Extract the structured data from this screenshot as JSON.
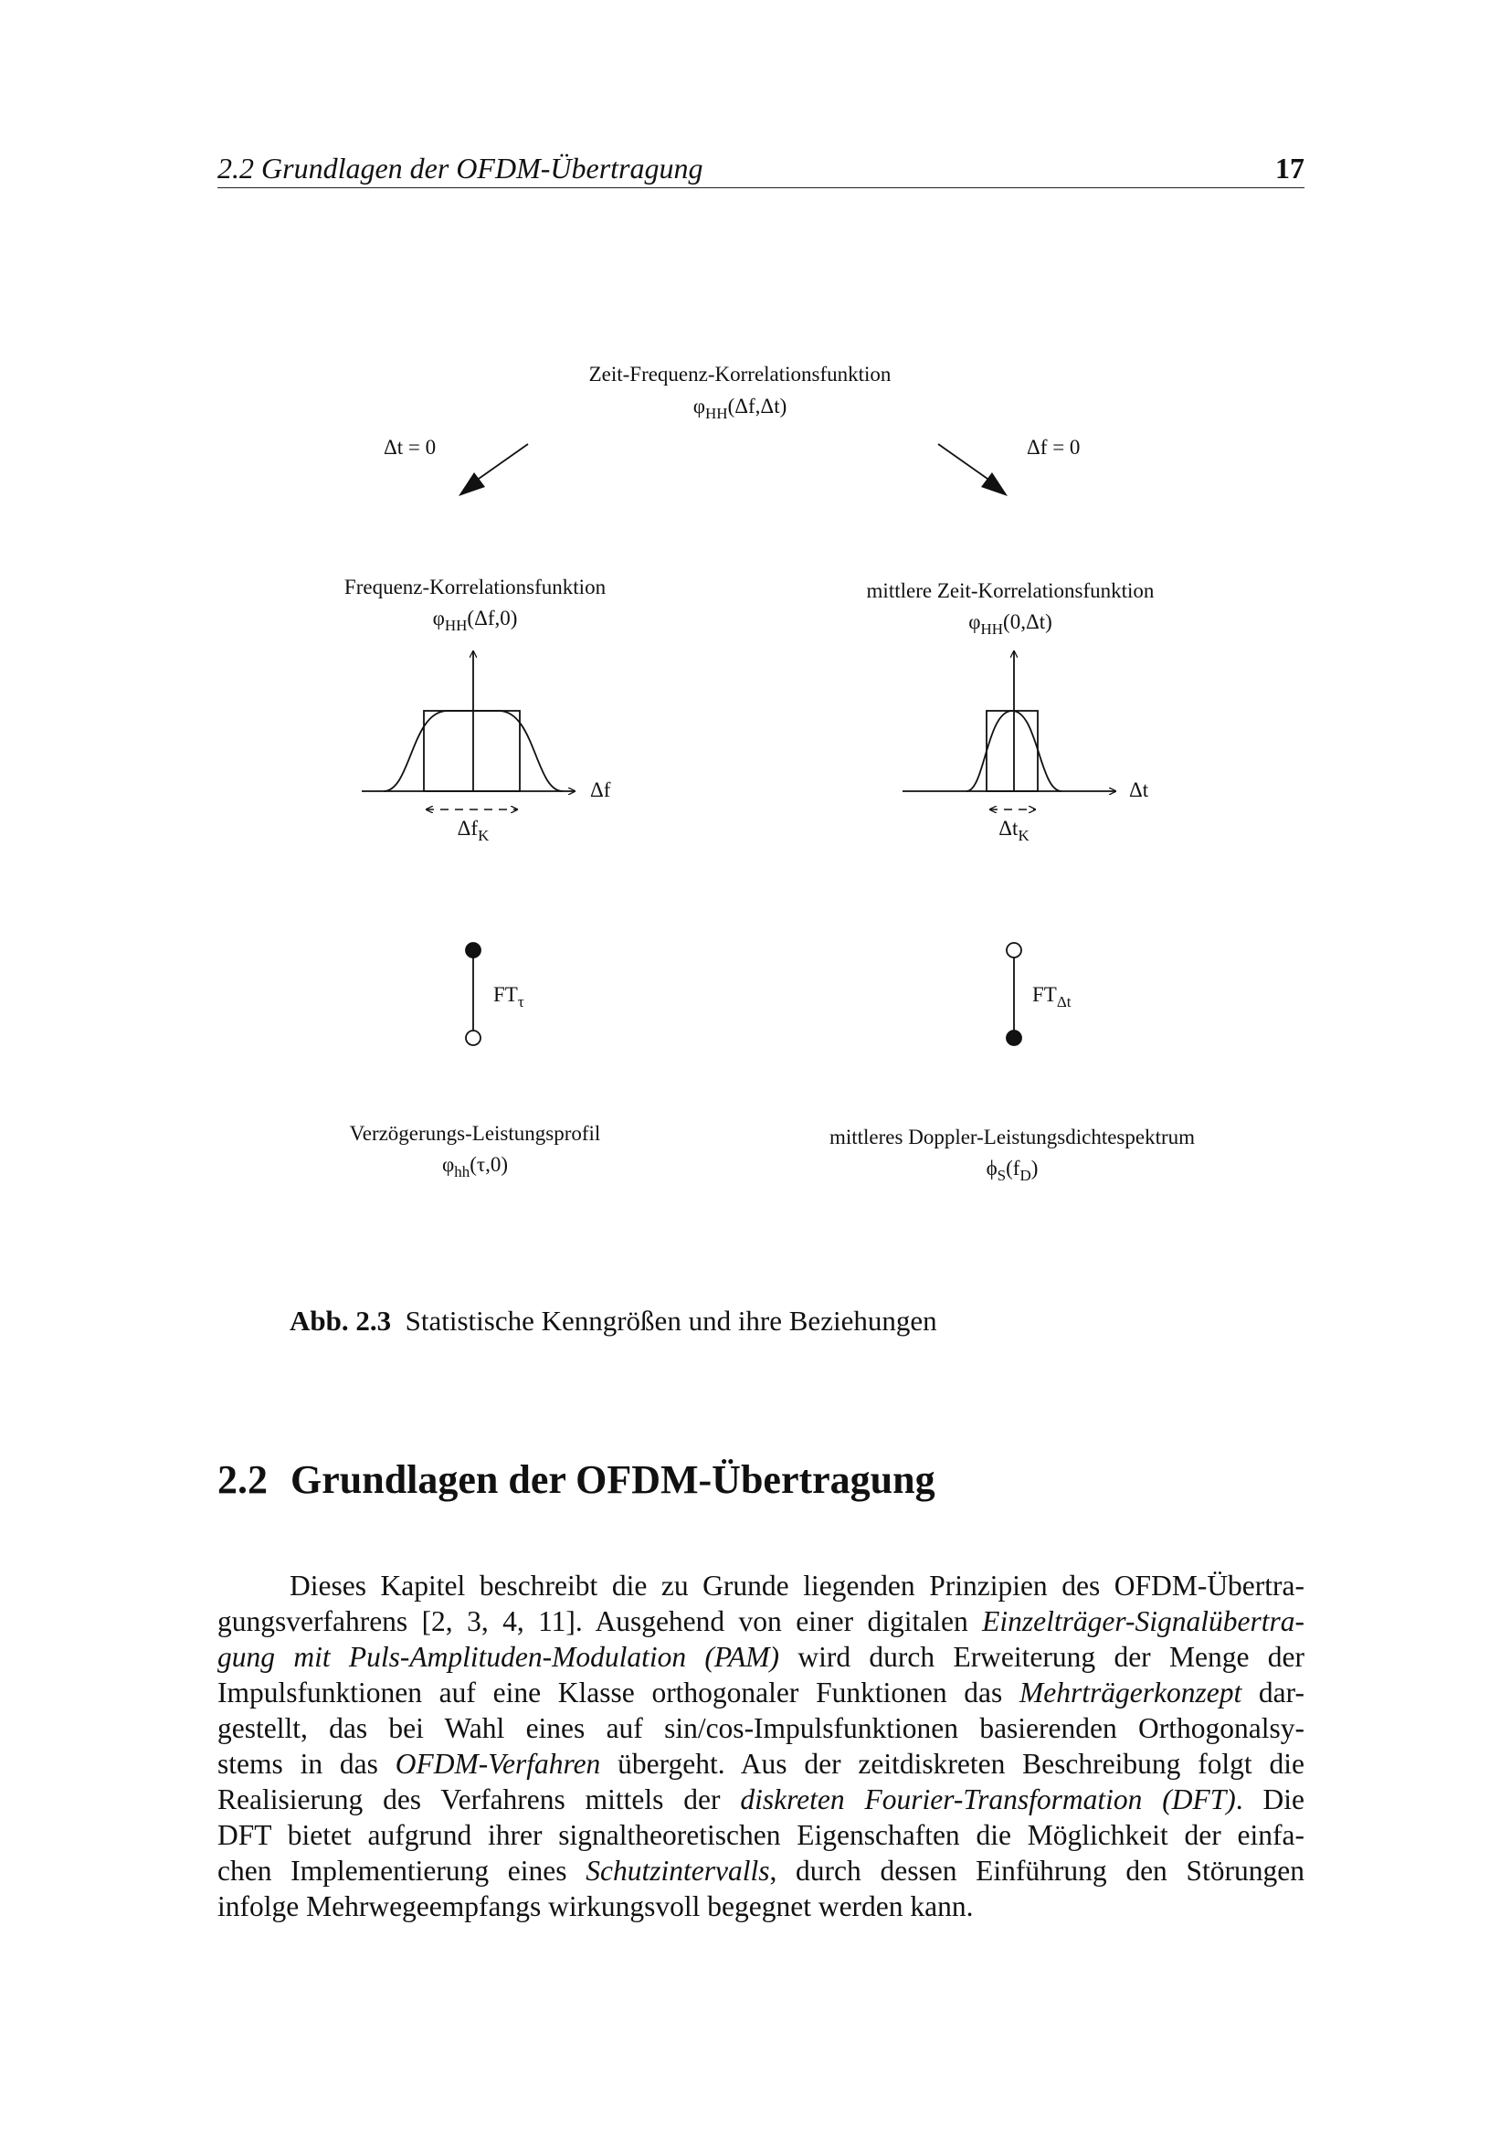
{
  "header": {
    "section": "2.2  Grundlagen der OFDM-Übertragung",
    "page_number": "17"
  },
  "figure": {
    "top": {
      "title": "Zeit-Frequenz-Korrelationsfunktion",
      "func": "φ",
      "func_sub": "HH",
      "func_args": "(Δf,Δt)"
    },
    "arrow_left_label": "Δt = 0",
    "arrow_right_label": "Δf = 0",
    "left_mid": {
      "title": "Frequenz-Korrelationsfunktion",
      "func": "φ",
      "func_sub": "HH",
      "func_args": "(Δf,0)",
      "axis_label": "Δf",
      "width_label": "Δf",
      "width_sub": "K"
    },
    "right_mid": {
      "title": "mittlere Zeit-Korrelationsfunktion",
      "func": "φ",
      "func_sub": "HH",
      "func_args": "(0,Δt)",
      "axis_label": "Δt",
      "width_label": "Δt",
      "width_sub": "K"
    },
    "left_ft": {
      "label": "FT",
      "sub": "τ"
    },
    "right_ft": {
      "label": "FT",
      "sub": "Δt"
    },
    "left_bottom": {
      "title": "Verzögerungs-Leistungsprofil",
      "func": "φ",
      "func_sub": "hh",
      "func_args": "(τ,0)"
    },
    "right_bottom": {
      "title": "mittleres Doppler-Leistungsdichtespektrum",
      "func": "ϕ",
      "func_sub": "S",
      "func_args_open": "(f",
      "func_args_sub": "D",
      "func_args_close": ")"
    }
  },
  "caption": {
    "label": "Abb. 2.3",
    "text": "Statistische Kenngrößen und ihre Beziehungen"
  },
  "section": {
    "number": "2.2",
    "title": "Grundlagen der OFDM-Übertragung"
  },
  "paragraph": {
    "l1": "Dieses Kapitel beschreibt die zu Grunde liegenden Prinzipien des OFDM-Übertra-",
    "l2a": "gungsverfahrens [2, 3, 4, 11]. Ausgehend von einer digitalen ",
    "l2b": "Einzelträger-Signalübertra-",
    "l3a": "gung mit Puls-Amplituden-Modulation (PAM)",
    "l3b": " wird durch Erweiterung der Menge der",
    "l4a": "Impulsfunktionen auf eine Klasse orthogonaler Funktionen das ",
    "l4b": "Mehrträgerkonzept",
    "l4c": " dar-",
    "l5": "gestellt, das bei Wahl eines auf sin/cos-Impulsfunktionen basierenden Orthogonalsy-",
    "l6a": "stems in das ",
    "l6b": "OFDM-Verfahren",
    "l6c": " übergeht. Aus der zeitdiskreten Beschreibung folgt die",
    "l7a": "Realisierung des Verfahrens mittels der ",
    "l7b": "diskreten Fourier-Transformation (DFT)",
    "l7c": ". Die",
    "l8": "DFT bietet aufgrund ihrer signaltheoretischen Eigenschaften die Möglichkeit der einfa-",
    "l9a": "chen Implementierung eines ",
    "l9b": "Schutzintervalls",
    "l9c": ", durch dessen Einführung den Störungen",
    "l10": "infolge Mehrwegeempfangs wirkungsvoll begegnet werden kann."
  }
}
